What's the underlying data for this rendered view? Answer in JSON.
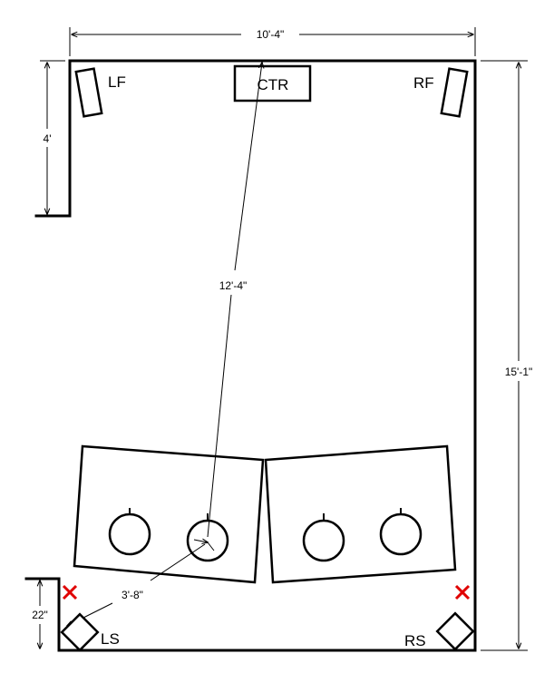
{
  "speakers": {
    "lf": "LF",
    "ctr": "CTR",
    "rf": "RF",
    "ls": "LS",
    "rs": "RS"
  },
  "dimensions": {
    "room_width": "10'-4\"",
    "room_length": "15'-1\"",
    "left_offset": "4'",
    "listen_to_center": "12'-4\"",
    "listen_to_ls": "3'-8\"",
    "surround_height": "22\""
  },
  "colors": {
    "lines": "#000000",
    "markers": "#e00000"
  }
}
